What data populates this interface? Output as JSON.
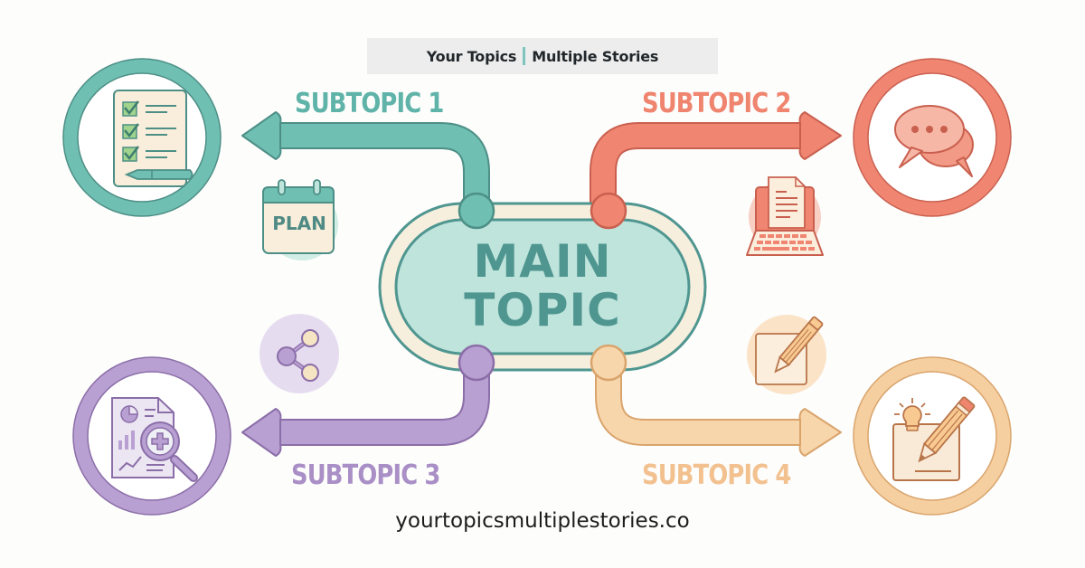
{
  "header": {
    "left": "Your Topics",
    "right": "Multiple Stories",
    "separator_color": "#7cc6bd"
  },
  "main_topic": {
    "line1": "MAIN",
    "line2": "TOPIC",
    "fill": "#bfe4dc",
    "ring": "#f7efdd",
    "stroke": "#4f9690"
  },
  "subtopics": [
    {
      "label": "SUBTOPIC 1",
      "color": "#6fbfb2",
      "text_color": "#5fb3a8",
      "icon": "checklist-icon",
      "badge_icon": "calendar-plan-icon",
      "badge_text": "PLAN",
      "direction": "left"
    },
    {
      "label": "SUBTOPIC 2",
      "color": "#f08672",
      "text_color": "#ef846f",
      "icon": "chat-bubbles-icon",
      "badge_icon": "laptop-document-icon",
      "direction": "right"
    },
    {
      "label": "SUBTOPIC 3",
      "color": "#b9a0d2",
      "text_color": "#a98fc6",
      "icon": "report-magnifier-icon",
      "badge_icon": "share-icon",
      "direction": "left"
    },
    {
      "label": "SUBTOPIC 4",
      "color": "#f6cfa0",
      "text_color": "#f2c18f",
      "icon": "idea-pencil-icon",
      "badge_icon": "edit-note-icon",
      "direction": "right"
    }
  ],
  "footer": {
    "url": "yourtopicsmultiplestories.co"
  }
}
